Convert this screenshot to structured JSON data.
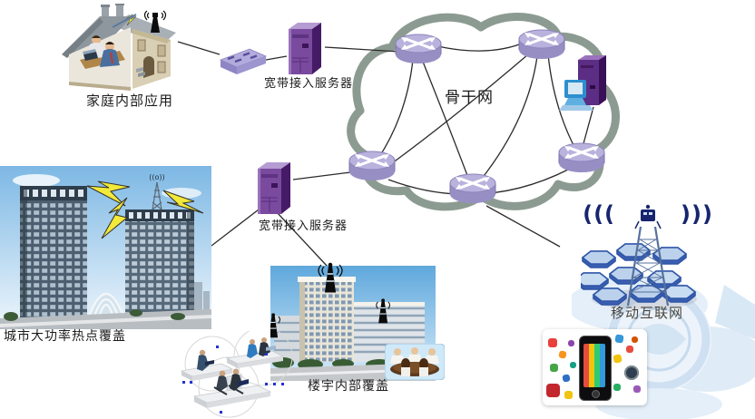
{
  "labels": {
    "home": "家庭内部应用",
    "bras": "宽带接入服务器",
    "backbone": "骨干网",
    "city": "城市大功率热点覆盖",
    "building": "楼宇内部覆盖",
    "mobile": "移动互联网"
  },
  "icons": {
    "mobile_waves_left": "(((",
    "mobile_waves_right": ")))",
    "city_antenna_waves": "((o))"
  },
  "colors": {
    "cloud_outline": "#8c9b91",
    "router_fill": "#b3abd8",
    "server_front": "#7a4a9e",
    "server_side": "#451a66",
    "connector": "#2b2b2b",
    "hex_cell": "#bcd2ec",
    "hex_border": "#2f55a8",
    "lightning": "#f2e93a",
    "watermark": "#cfe2f4"
  }
}
